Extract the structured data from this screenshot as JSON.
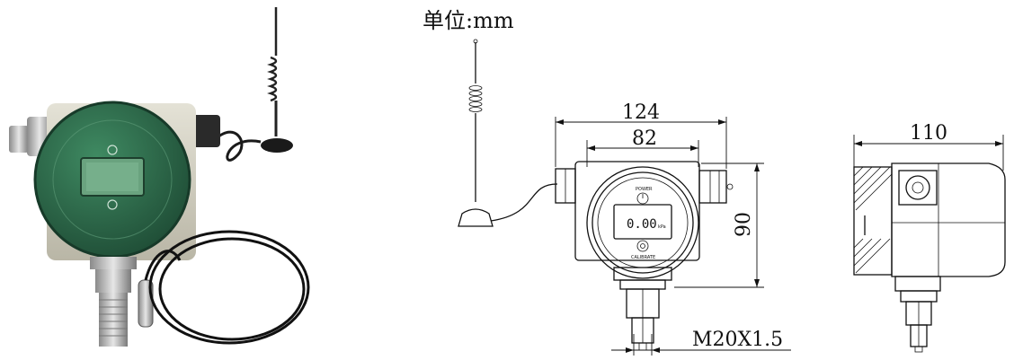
{
  "unit_label": "单位:mm",
  "dimensions": {
    "front_overall_width": "124",
    "front_body_width": "82",
    "front_height": "90",
    "side_width": "110",
    "thread": "M20X1.5"
  },
  "device_labels": {
    "power_label": "POWER",
    "calibrate_label": "CALIBRATE",
    "reading": "0.00",
    "reading_unit": "kPa"
  },
  "colors": {
    "housing_green": "#2f6b4c",
    "lcd_green": "#6aa37f",
    "metal": "#c9c9c9",
    "line": "#111111"
  }
}
